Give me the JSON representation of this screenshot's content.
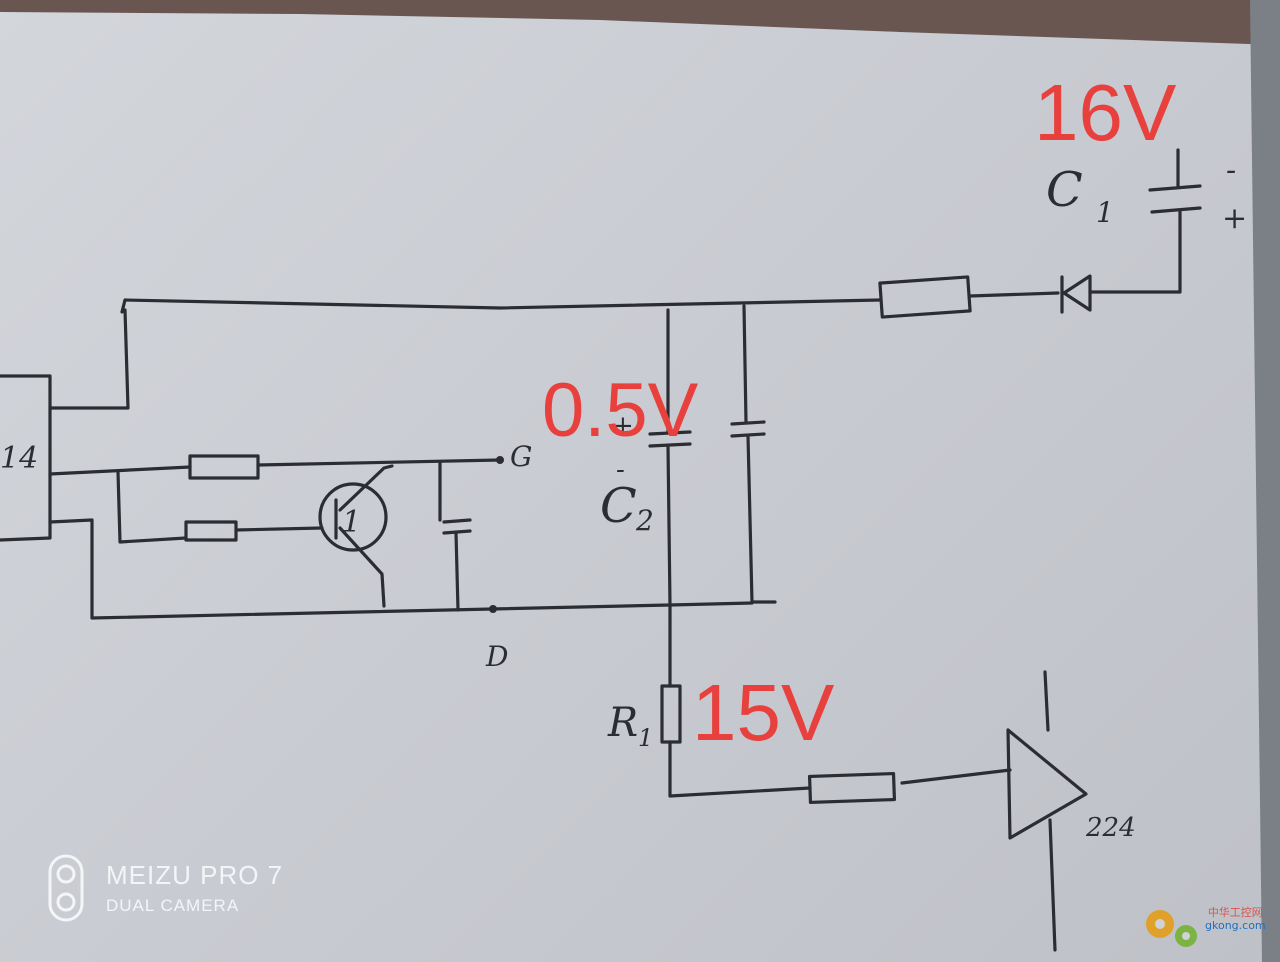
{
  "annotations": {
    "v_c1": "16V",
    "v_c2": "0.5V",
    "v_r1": "15V"
  },
  "handwritten": {
    "c1": "C",
    "c1_sub": "1",
    "c1_minus": "-",
    "c1_plus": "+",
    "c2": "C",
    "c2_sub": "2",
    "c2_plus": "+",
    "c2_minus": "-",
    "r1": "R",
    "r1_sub": "1",
    "pin_14": "14",
    "node_g": "G",
    "node_d": "D",
    "transistor": "1",
    "comparator_out": "224"
  },
  "watermark": {
    "model": "MEIZU PRO 7",
    "camera": "DUAL CAMERA",
    "site_cn": "中华工控网",
    "site_url": "gkong.com"
  },
  "colors": {
    "annotation": "#e8403d",
    "ink": "#2b2d33",
    "paper": "#cfd2d7",
    "table": "#5a4842"
  }
}
